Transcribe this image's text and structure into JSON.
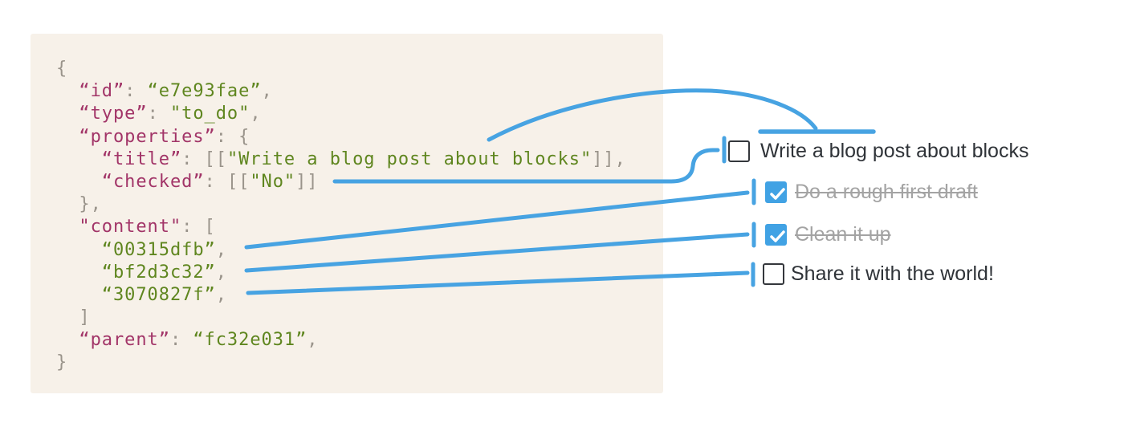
{
  "colors": {
    "accent_blue": "#47a3e2",
    "checkbox_checked_fill": "#41a2e4",
    "code_background": "#f7f1e9",
    "json_key": "#a23568",
    "json_string": "#5f861f",
    "json_punctuation": "#9a948b",
    "todo_text": "#2f3338",
    "todo_done_text": "#a3a3a3",
    "checkbox_border": "#34373c"
  },
  "code_block": {
    "language": "json",
    "lines": [
      [
        {
          "t": "{",
          "c": "p"
        }
      ],
      [
        {
          "t": "  ",
          "c": "p"
        },
        {
          "t": "“id”",
          "c": "k"
        },
        {
          "t": ": ",
          "c": "p"
        },
        {
          "t": "“e7e93fae”",
          "c": "s"
        },
        {
          "t": ",",
          "c": "p"
        }
      ],
      [
        {
          "t": "  ",
          "c": "p"
        },
        {
          "t": "“type”",
          "c": "k"
        },
        {
          "t": ": ",
          "c": "p"
        },
        {
          "t": "\"to_do\"",
          "c": "s"
        },
        {
          "t": ",",
          "c": "p"
        }
      ],
      [
        {
          "t": "  ",
          "c": "p"
        },
        {
          "t": "“properties”",
          "c": "k"
        },
        {
          "t": ": ",
          "c": "p"
        },
        {
          "t": "{",
          "c": "p"
        }
      ],
      [
        {
          "t": "    ",
          "c": "p"
        },
        {
          "t": "“title”",
          "c": "k"
        },
        {
          "t": ": ",
          "c": "p"
        },
        {
          "t": "[[",
          "c": "p"
        },
        {
          "t": "\"Write a blog post about blocks\"",
          "c": "s"
        },
        {
          "t": "]],",
          "c": "p"
        }
      ],
      [
        {
          "t": "    ",
          "c": "p"
        },
        {
          "t": "“checked”",
          "c": "k"
        },
        {
          "t": ": ",
          "c": "p"
        },
        {
          "t": "[[",
          "c": "p"
        },
        {
          "t": "\"No\"",
          "c": "s"
        },
        {
          "t": "]]",
          "c": "p"
        }
      ],
      [
        {
          "t": "  },",
          "c": "p"
        }
      ],
      [
        {
          "t": "  ",
          "c": "p"
        },
        {
          "t": "\"content\"",
          "c": "k"
        },
        {
          "t": ": ",
          "c": "p"
        },
        {
          "t": "[",
          "c": "p"
        }
      ],
      [
        {
          "t": "    ",
          "c": "p"
        },
        {
          "t": "“00315dfb”",
          "c": "s"
        },
        {
          "t": ",",
          "c": "p"
        }
      ],
      [
        {
          "t": "    ",
          "c": "p"
        },
        {
          "t": "“bf2d3c32”",
          "c": "s"
        },
        {
          "t": ",",
          "c": "p"
        }
      ],
      [
        {
          "t": "    ",
          "c": "p"
        },
        {
          "t": "“3070827f”",
          "c": "s"
        },
        {
          "t": ",",
          "c": "p"
        }
      ],
      [
        {
          "t": "  ]",
          "c": "p"
        }
      ],
      [
        {
          "t": "  ",
          "c": "p"
        },
        {
          "t": "“parent”",
          "c": "k"
        },
        {
          "t": ": ",
          "c": "p"
        },
        {
          "t": "“fc32e031”",
          "c": "s"
        },
        {
          "t": ",",
          "c": "p"
        }
      ],
      [
        {
          "t": "}",
          "c": "p"
        }
      ]
    ]
  },
  "todo_list": {
    "items": [
      {
        "label": "Write a blog post about blocks",
        "checked": false,
        "struck": false
      },
      {
        "label": "Do a rough first draft",
        "checked": true,
        "struck": true
      },
      {
        "label": "Clean it up",
        "checked": true,
        "struck": true
      },
      {
        "label": "Share it with the world!",
        "checked": false,
        "struck": false
      }
    ]
  },
  "connectors": [
    {
      "from": "properties.title",
      "to": "todo-1-label"
    },
    {
      "from": "properties.checked",
      "to": "todo-1-checkbox"
    },
    {
      "from": "content.00315dfb",
      "to": "todo-2"
    },
    {
      "from": "content.bf2d3c32",
      "to": "todo-3"
    },
    {
      "from": "content.3070827f",
      "to": "todo-4"
    }
  ]
}
